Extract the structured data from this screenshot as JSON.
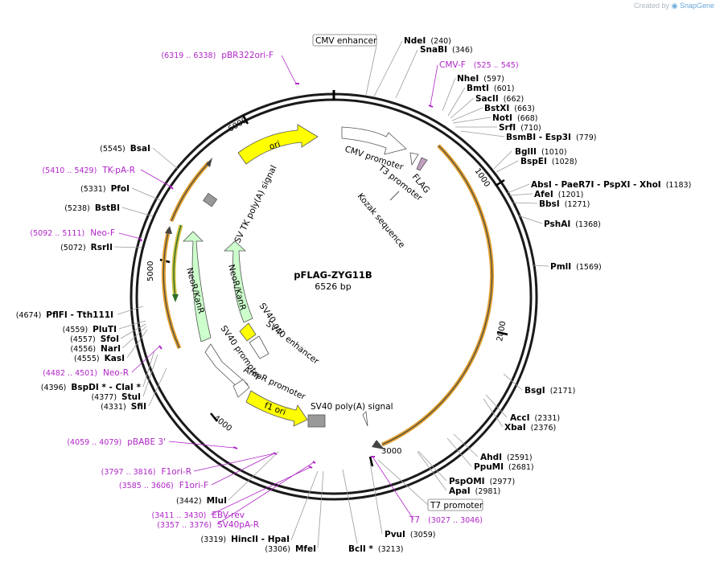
{
  "credit": {
    "prefix": "Created by",
    "brand": "SnapGene"
  },
  "plasmid": {
    "name": "pFLAG-ZYG11B",
    "size_label": "6526 bp",
    "length": 6526
  },
  "ticks": [
    "1000",
    "2000",
    "3000",
    "4000",
    "5000",
    "6000"
  ],
  "features": {
    "cmv_promoter": "CMV promoter",
    "t3_promoter": "T3 promoter",
    "flag": "FLAG",
    "kozak": "Kozak sequence",
    "ori": "ori",
    "hsv_tk_polya": "HSV TK poly(A) signal",
    "neor_outer": "NeoR/KanR",
    "neor_inner": "NeoR/KanR",
    "sv40_ori": "SV40 ori",
    "sv40_enhancer": "SV40 enhancer",
    "sv40_promoter": "SV40 promoter",
    "ampr_promoter": "AmpR promoter",
    "f1_ori": "f1 ori",
    "sv40_polya": "SV40 poly(A) signal",
    "cmv_enhancer": "CMV enhancer",
    "t7_promoter": "T7 promoter"
  },
  "enzymes_right": [
    {
      "name": "NdeI",
      "pos": "(240)"
    },
    {
      "name": "SnaBI",
      "pos": "(346)"
    },
    {
      "name": "NheI",
      "pos": "(597)"
    },
    {
      "name": "BmtI",
      "pos": "(601)"
    },
    {
      "name": "SacII",
      "pos": "(662)"
    },
    {
      "name": "BstXI",
      "pos": "(663)"
    },
    {
      "name": "NotI",
      "pos": "(668)"
    },
    {
      "name": "SrfI",
      "pos": "(710)"
    },
    {
      "name": "BsmBI",
      "extra": " - Esp3I",
      "pos": "(779)"
    },
    {
      "name": "BglII",
      "pos": "(1010)"
    },
    {
      "name": "BspEI",
      "pos": "(1028)"
    },
    {
      "name": "AbsI",
      "extra": " - PaeR7I  - PspXI  - XhoI",
      "pos": "(1183)"
    },
    {
      "name": "AfeI",
      "pos": "(1201)"
    },
    {
      "name": "BbsI",
      "pos": "(1271)"
    },
    {
      "name": "PshAI",
      "pos": "(1368)"
    },
    {
      "name": "PmlI",
      "pos": "(1569)"
    },
    {
      "name": "BsgI",
      "pos": "(2171)"
    },
    {
      "name": "AccI",
      "pos": "(2331)"
    },
    {
      "name": "XbaI",
      "pos": "(2376)"
    },
    {
      "name": "AhdI",
      "pos": "(2591)"
    },
    {
      "name": "PpuMI",
      "pos": "(2681)"
    },
    {
      "name": "PspOMI",
      "pos": "(2977)"
    },
    {
      "name": "ApaI",
      "pos": "(2981)"
    },
    {
      "name": "PvuI",
      "pos": "(3059)"
    },
    {
      "name": "BclI *",
      "pos": "(3213)"
    }
  ],
  "enzymes_left": [
    {
      "name": "BsaI",
      "pos": "(5545)"
    },
    {
      "name": "PfoI",
      "pos": "(5331)"
    },
    {
      "name": "BstBI",
      "pos": "(5238)"
    },
    {
      "name": "RsrII",
      "pos": "(5072)"
    },
    {
      "name": "PflFI",
      "extra": " - Tth111I",
      "pos": "(4674)"
    },
    {
      "name": "PluTI",
      "pos": "(4559)"
    },
    {
      "name": "SfoI",
      "pos": "(4557)"
    },
    {
      "name": "NarI",
      "pos": "(4556)"
    },
    {
      "name": "KasI",
      "pos": "(4555)"
    },
    {
      "name": "BspDI *",
      "extra": " - ClaI *",
      "pos": "(4396)"
    },
    {
      "name": "StuI",
      "pos": "(4377)"
    },
    {
      "name": "SfiI",
      "pos": "(4331)"
    },
    {
      "name": "MluI",
      "pos": "(3442)"
    },
    {
      "name": "HincII",
      "extra": " - HpaI",
      "pos": "(3319)"
    },
    {
      "name": "MfeI",
      "pos": "(3306)"
    }
  ],
  "primers": [
    {
      "name": "pBR322ori-F",
      "pos": "(6319 .. 6338)"
    },
    {
      "name": "CMV-F",
      "pos": "(525 .. 545)"
    },
    {
      "name": "TK-pA-R",
      "pos": "(5410 .. 5429)"
    },
    {
      "name": "Neo-F",
      "pos": "(5092 .. 5111)"
    },
    {
      "name": "Neo-R",
      "pos": "(4482 .. 4501)"
    },
    {
      "name": "pBABE 3'",
      "pos": "(4059 .. 4079)"
    },
    {
      "name": "F1ori-R",
      "pos": "(3797 .. 3816)"
    },
    {
      "name": "F1ori-F",
      "pos": "(3585 .. 3606)"
    },
    {
      "name": "EBV-rev",
      "pos": "(3411 .. 3430)"
    },
    {
      "name": "SV40pA-R",
      "pos": "(3357 .. 3376)"
    },
    {
      "name": "T7",
      "pos": "(3027 .. 3046)"
    }
  ],
  "colors": {
    "orf_outline": "#e0a030",
    "ori": "#ffff00",
    "neor": "#ccffcc",
    "primer": "#b025c8",
    "polya": "#999999"
  }
}
